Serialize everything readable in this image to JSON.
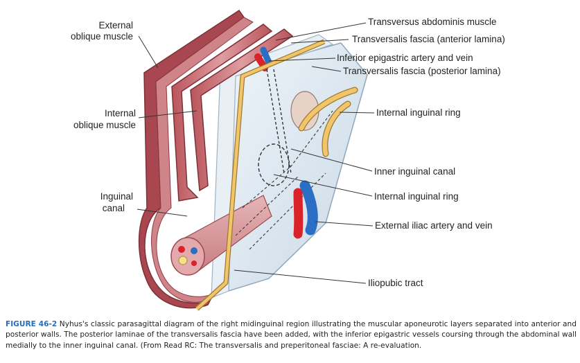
{
  "labels": {
    "external_oblique": [
      "External",
      "oblique muscle"
    ],
    "internal_oblique": [
      "Internal",
      "oblique muscle"
    ],
    "inguinal_canal": [
      "Inguinal",
      "canal"
    ],
    "transversus_abdominis": "Transversus abdominis muscle",
    "transversalis_anterior": "Transversalis  fascia (anterior lamina)",
    "inferior_epigastric": "Inferior epigastric artery and vein",
    "transversalis_posterior": "Transversalis fascia (posterior lamina)",
    "internal_ring_upper": "Internal inguinal ring",
    "inner_canal": "Inner inguinal canal",
    "internal_ring_lower": "Internal inguinal ring",
    "external_iliac": "External iliac artery and vein",
    "iliopubic": "Iliopubic tract"
  },
  "caption": {
    "figure_label": "FIGURE 46-2",
    "text": "Nyhus's classic parasagittal diagram of the right midinguinal region illustrating the muscular aponeurotic layers separated into anterior and posterior walls. The posterior laminae of the transversalis fascia have been added, with the inferior epigastric vessels coursing through the abdominal wall medially to the inner inguinal canal. (From Read RC: The transversalis and preperitoneal fasciae: A re-evaluation."
  },
  "colors": {
    "muscle_dark": "#a8474f",
    "muscle_light": "#d98d92",
    "fascia": "#dce7f0",
    "fascia_edge": "#8fa7bb",
    "artery": "#d8232a",
    "vein": "#2b6fc4",
    "tract": "#f2c46c",
    "caption_label": "#2a6cb5"
  }
}
